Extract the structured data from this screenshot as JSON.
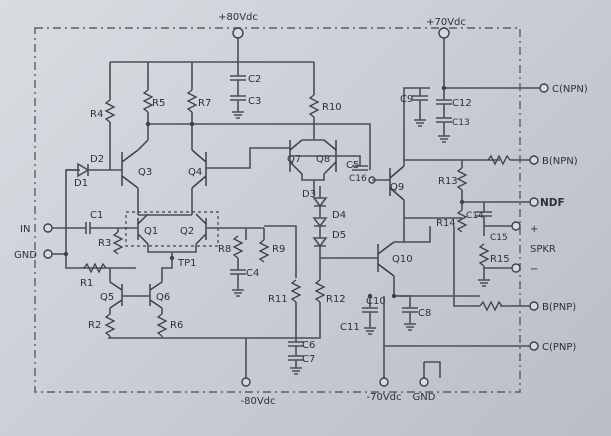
{
  "rails": {
    "v_pos80": "+80Vdc",
    "v_pos70": "+70Vdc",
    "v_neg80": "-80Vdc",
    "v_neg70": "-70Vdc",
    "gnd": "GND"
  },
  "ports": {
    "in": "IN",
    "gnd": "GND",
    "c_npn": "C(NPN)",
    "b_npn": "B(NPN)",
    "ndf": "NDF",
    "spkr": "SPKR",
    "plus": "+",
    "minus": "−",
    "b_pnp": "B(PNP)",
    "c_pnp": "C(PNP)"
  },
  "transistors": [
    "Q1",
    "Q2",
    "Q3",
    "Q4",
    "Q5",
    "Q6",
    "Q7",
    "Q8",
    "Q9",
    "Q10"
  ],
  "resistors": [
    "R1",
    "R2",
    "R3",
    "R4",
    "R5",
    "R6",
    "R7",
    "R8",
    "R9",
    "R10",
    "R11",
    "R12",
    "R13",
    "R14",
    "R15"
  ],
  "capacitors": [
    "C1",
    "C2",
    "C3",
    "C4",
    "C5",
    "C6",
    "C7",
    "C8",
    "C9",
    "C10",
    "C11",
    "C12",
    "C13",
    "C14",
    "C15",
    "C16"
  ],
  "diodes": [
    "D1",
    "D2",
    "D3",
    "D4",
    "D5"
  ],
  "testpoints": [
    "TP1"
  ]
}
